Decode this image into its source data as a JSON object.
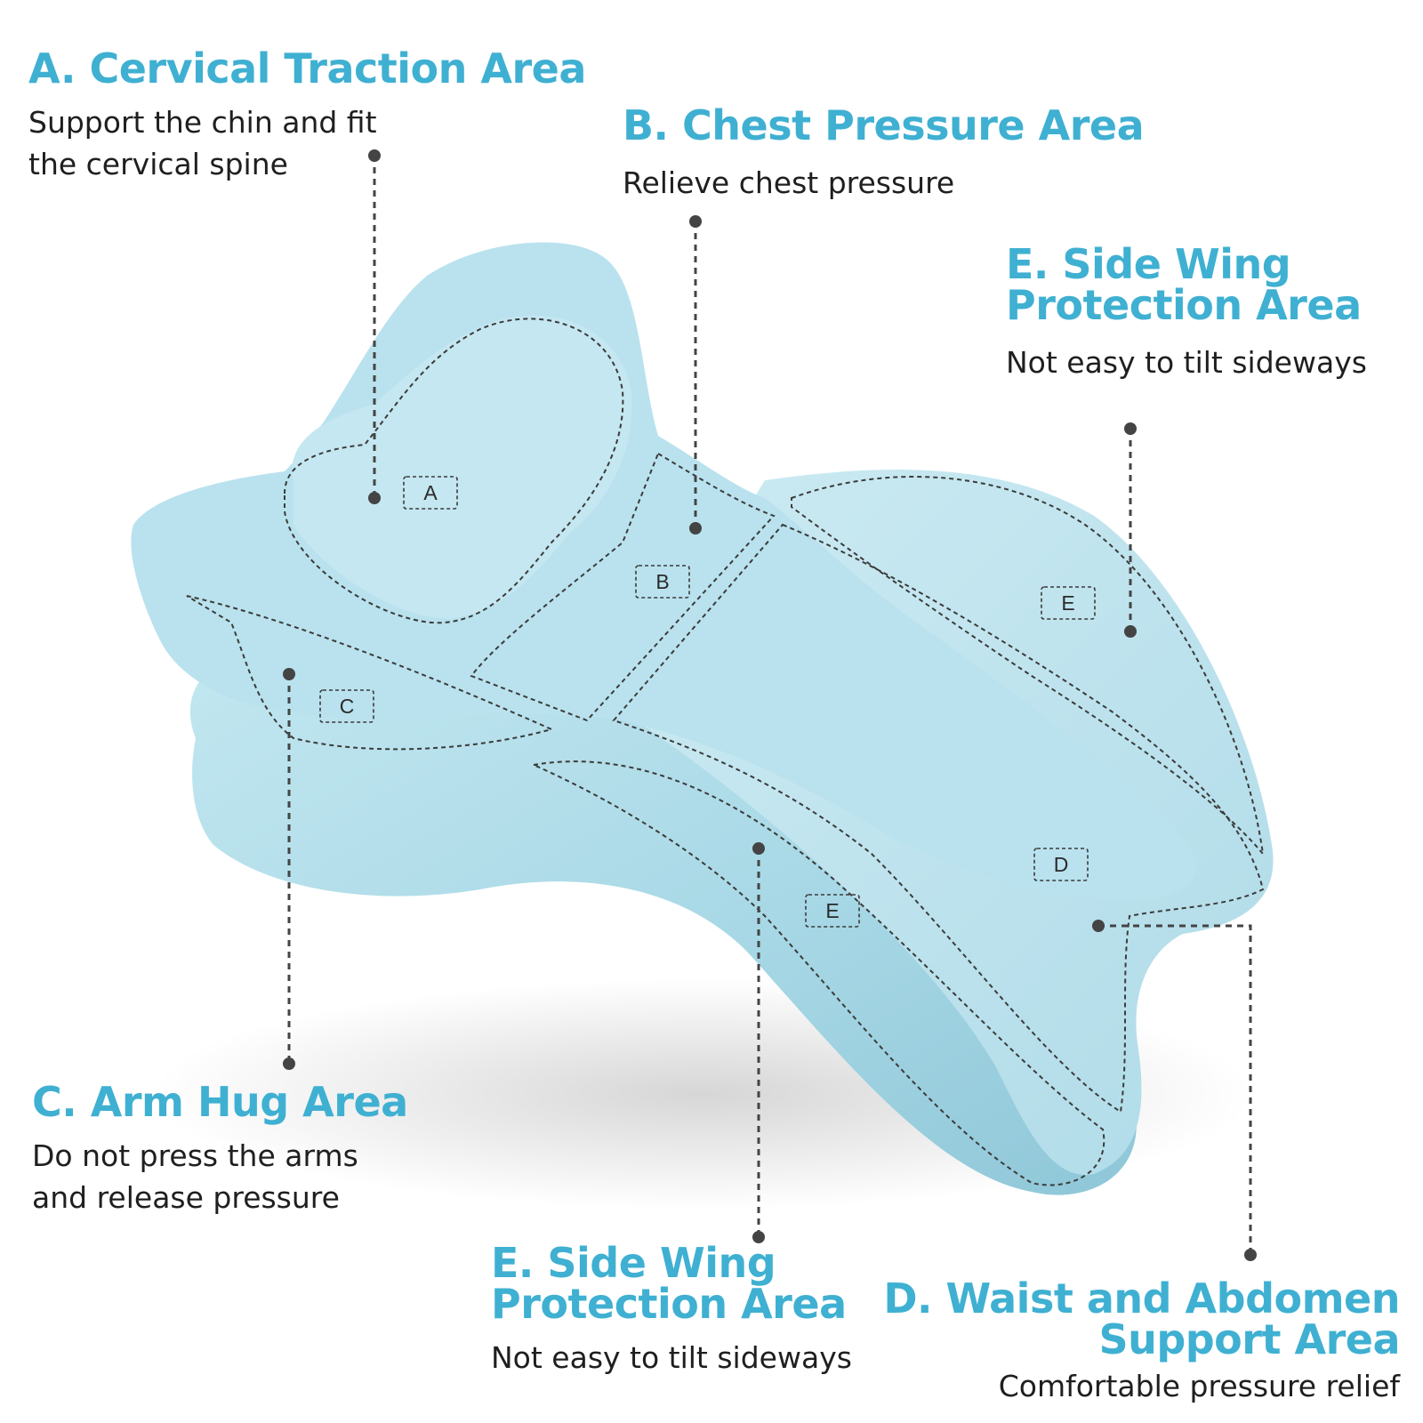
{
  "callouts": {
    "a": {
      "title": "A. Cervical Traction Area",
      "desc_line1": "Support the chin and fit",
      "desc_line2": "the cervical spine"
    },
    "b": {
      "title": "B. Chest Pressure Area",
      "desc": "Relieve chest pressure"
    },
    "e_top": {
      "title_line1": "E. Side Wing",
      "title_line2": "Protection Area",
      "desc": "Not easy to tilt sideways"
    },
    "c": {
      "title": "C. Arm Hug Area",
      "desc_line1": "Do not press the arms",
      "desc_line2": "and release pressure"
    },
    "e_bottom": {
      "title_line1": "E. Side Wing",
      "title_line2": "Protection Area",
      "desc": "Not easy to tilt sideways"
    },
    "d": {
      "title_line1": "D. Waist and Abdomen",
      "title_line2": "Support Area",
      "desc": "Comfortable pressure relief"
    }
  },
  "zone_tags": {
    "a": "A",
    "b": "B",
    "c": "C",
    "d": "D",
    "e_upper": "E",
    "e_lower": "E"
  },
  "colors": {
    "accent": "#3fb0d2",
    "text": "#1f1f1f",
    "pillow": "#a9d9e6",
    "leader": "#444444"
  }
}
